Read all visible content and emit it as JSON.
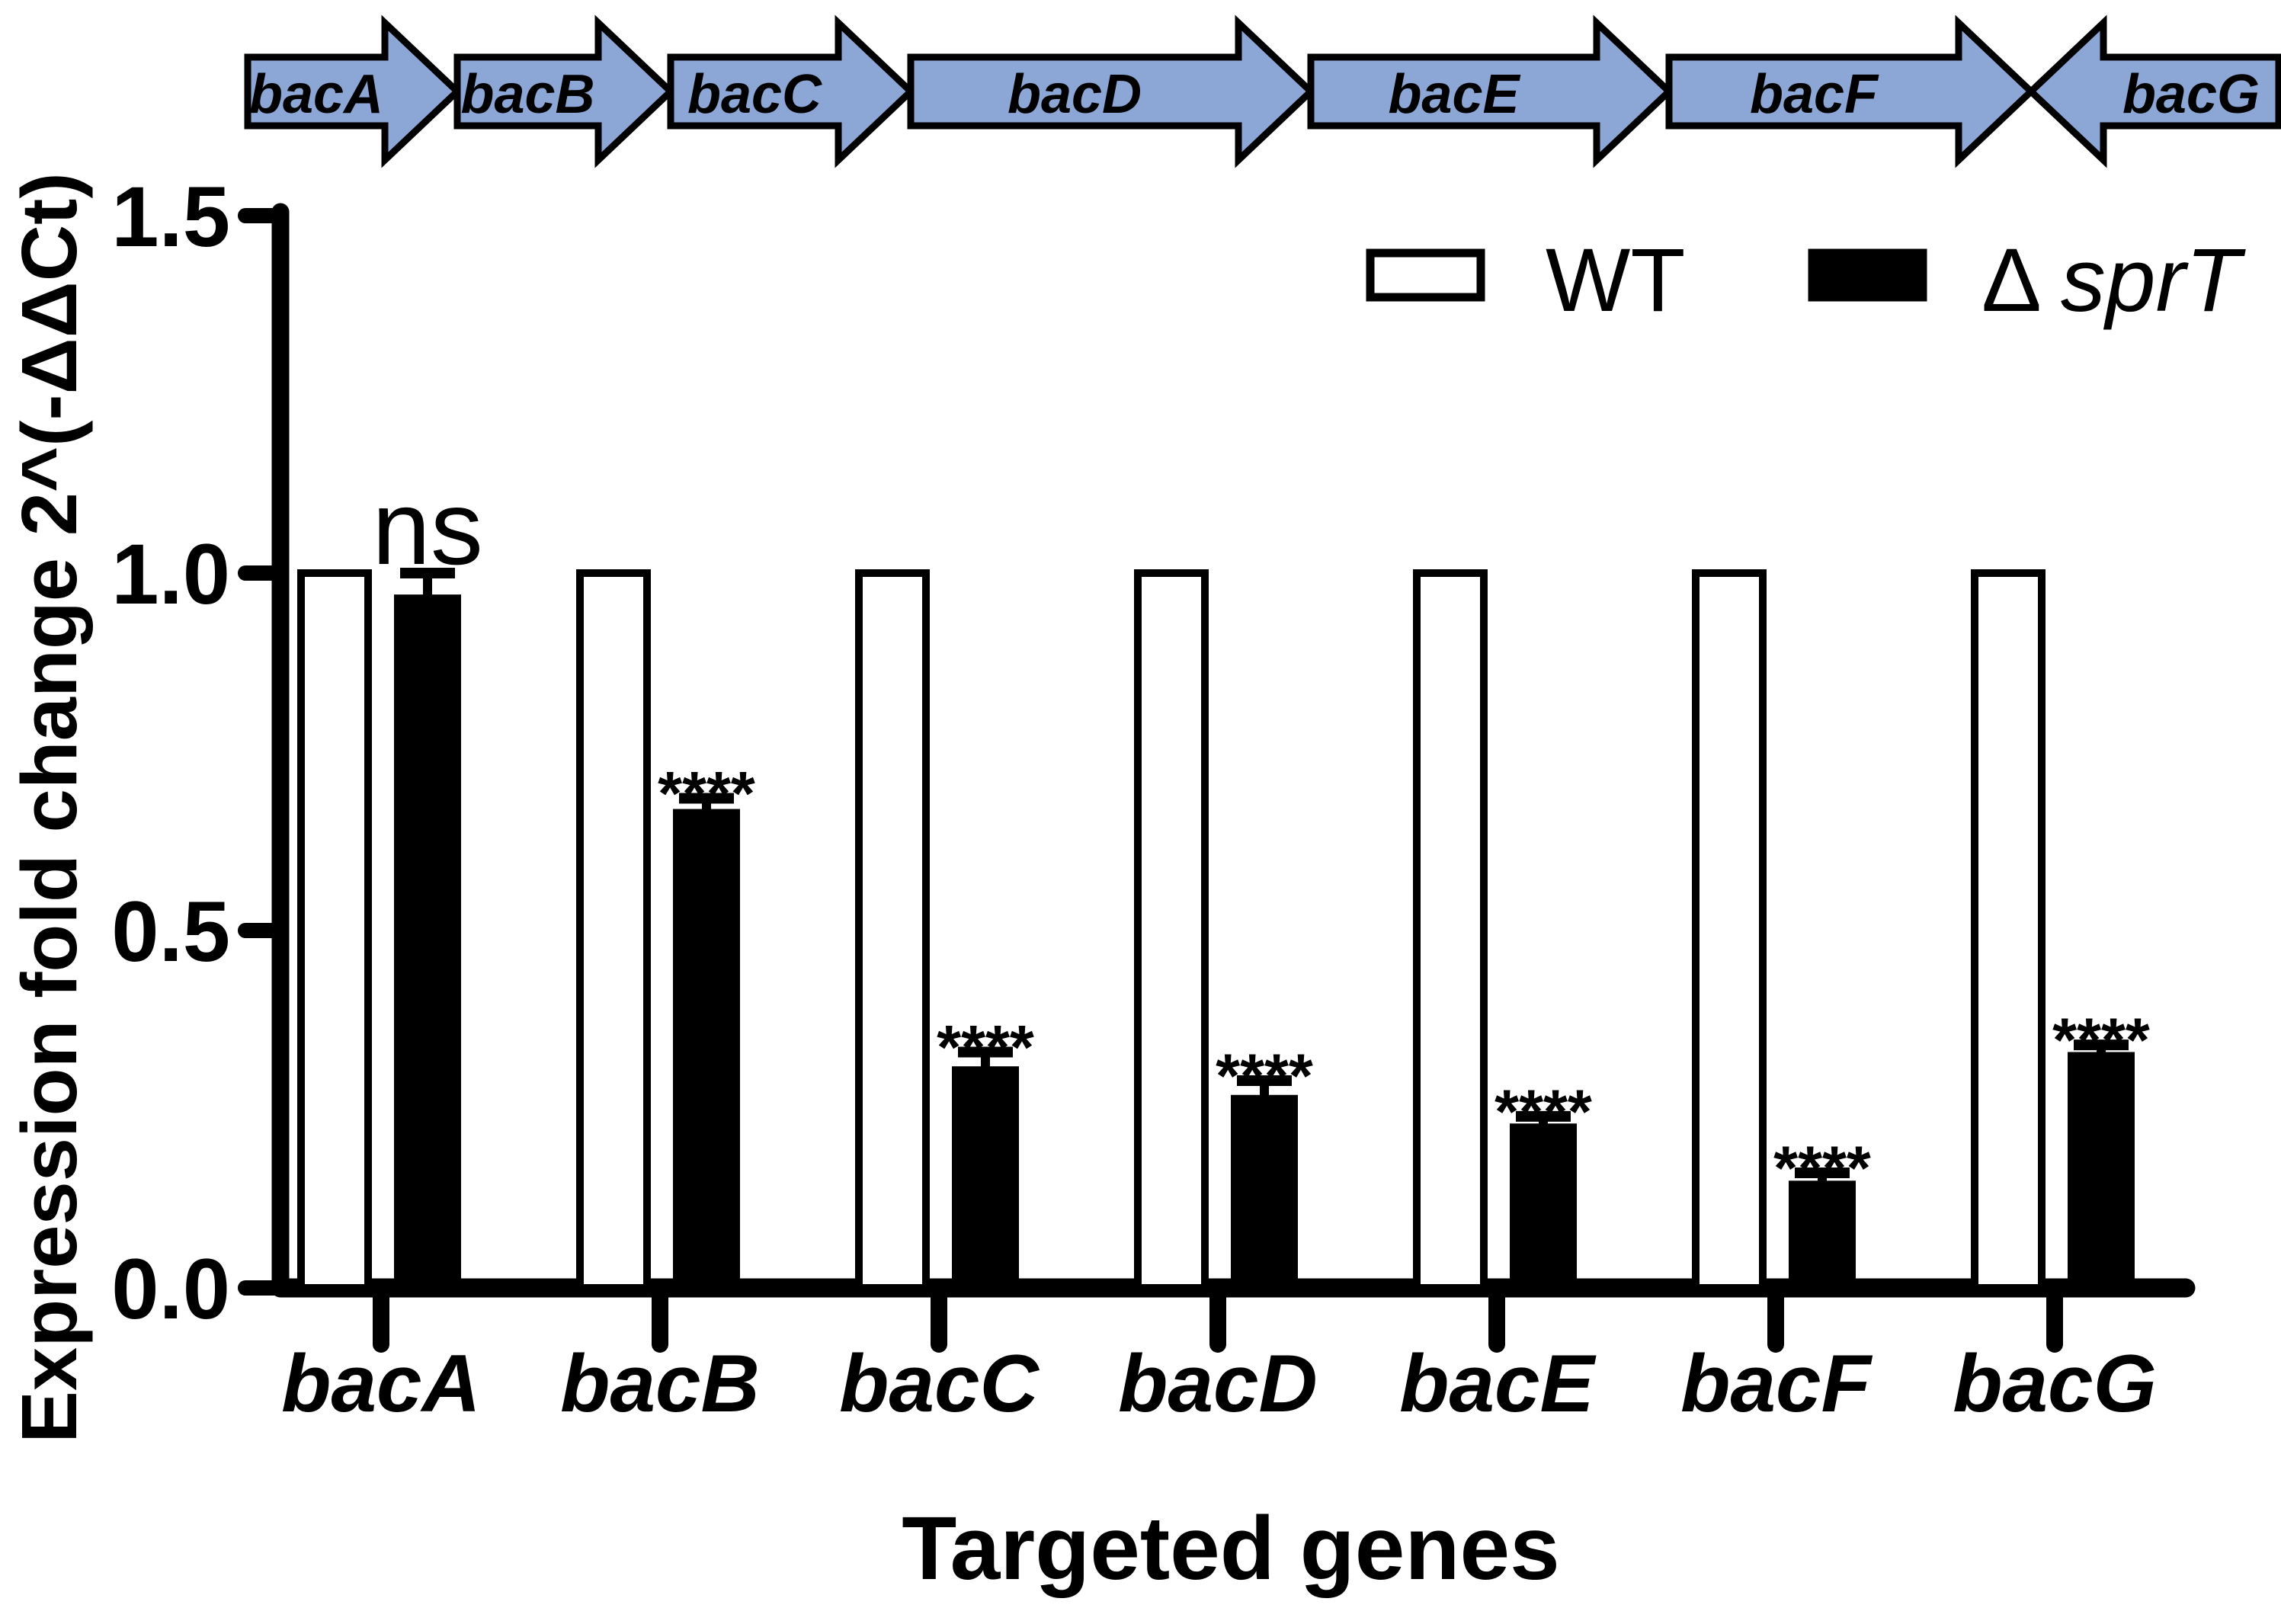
{
  "operon": {
    "fill_color": "#8CA6D5",
    "outline_color": "#000000",
    "genes": [
      {
        "label": "bacA",
        "direction": "right"
      },
      {
        "label": "bacB",
        "direction": "right"
      },
      {
        "label": "bacC",
        "direction": "right"
      },
      {
        "label": "bacD",
        "direction": "right"
      },
      {
        "label": "bacE",
        "direction": "right"
      },
      {
        "label": "bacF",
        "direction": "right"
      },
      {
        "label": "bacG",
        "direction": "left"
      }
    ]
  },
  "chart_data": {
    "type": "bar",
    "title": "",
    "xlabel": "Targeted genes",
    "ylabel": "Expression fold change 2^(-ΔΔCt)",
    "ylim": [
      0,
      1.5
    ],
    "yticks": [
      0,
      0.5,
      1,
      1.5
    ],
    "ytick_labels": [
      "0.0",
      "0.5",
      "1.0",
      "1.5"
    ],
    "categories": [
      "bacA",
      "bacB",
      "bacC",
      "bacD",
      "bacE",
      "bacF",
      "bacG"
    ],
    "series": [
      {
        "name": "WT",
        "style": "open",
        "fill": "#ffffff",
        "values": [
          1.0,
          1.0,
          1.0,
          1.0,
          1.0,
          1.0,
          1.0
        ],
        "errors": [
          0,
          0,
          0,
          0,
          0,
          0,
          0
        ]
      },
      {
        "name": "Δ sprT",
        "style": "solid",
        "fill": "#000000",
        "values": [
          0.97,
          0.67,
          0.31,
          0.27,
          0.23,
          0.15,
          0.33
        ],
        "errors": [
          0.03,
          0.015,
          0.02,
          0.02,
          0.01,
          0.011,
          0.01
        ]
      }
    ],
    "annotations": [
      "ns",
      "****",
      "****",
      "****",
      "****",
      "****",
      "****"
    ],
    "legend_position": "top-right",
    "grid": false
  },
  "legend": {
    "wt_label": "WT",
    "mutant_delta": "Δ",
    "mutant_gene": "sprT"
  },
  "colors": {
    "bar_black": "#000000",
    "bar_white": "#ffffff",
    "axis": "#000000",
    "gene_arrow_blue": "#8CA6D5"
  }
}
